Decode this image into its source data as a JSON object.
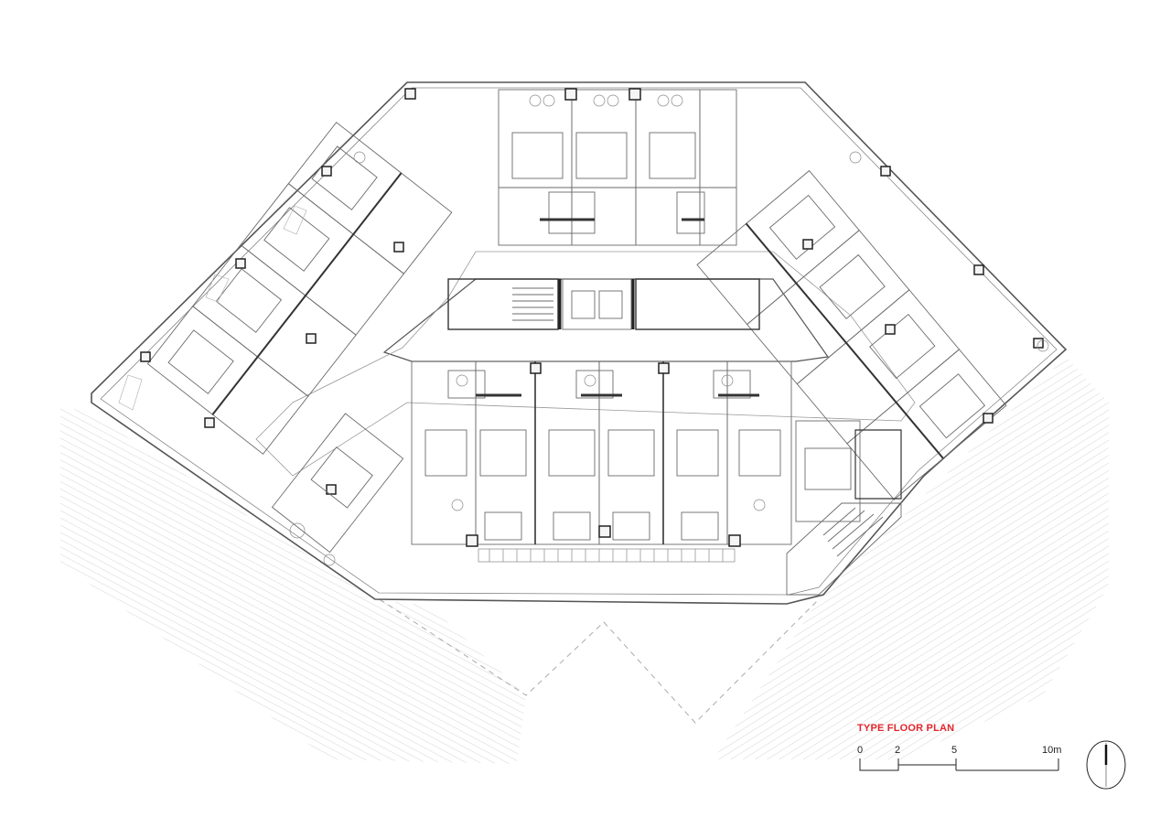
{
  "drawing": {
    "title": "TYPE FLOOR PLAN"
  },
  "scale_bar": {
    "labels": [
      "0",
      "2",
      "5",
      "10m"
    ]
  },
  "colors": {
    "title": "#e3262d",
    "linework": "#6b6b6b",
    "heavy": "#333333"
  }
}
